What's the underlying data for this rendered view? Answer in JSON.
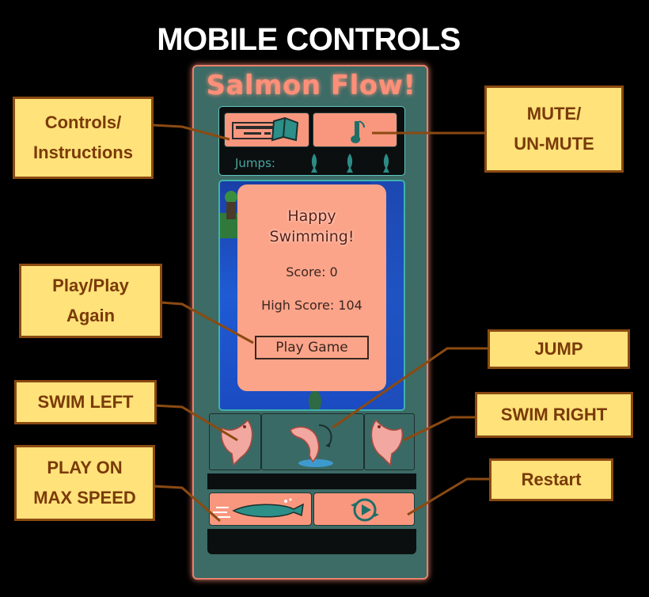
{
  "page_title": "MOBILE CONTROLS",
  "game": {
    "title": "Salmon Flow!",
    "jumps_label": "Jumps:",
    "jumps_remaining": 3,
    "dialog": {
      "title_line1": "Happy",
      "title_line2": "Swimming!",
      "score": "Score: 0",
      "high_score": "High Score: 104",
      "play_button": "Play Game"
    }
  },
  "icons": {
    "controls": "keyboard-book-icon",
    "mute": "music-note-icon",
    "swim_left": "salmon-left-icon",
    "jump": "salmon-jump-icon",
    "swim_right": "salmon-right-icon",
    "max_speed": "fast-fish-icon",
    "restart": "restart-icon"
  },
  "callouts": {
    "controls_l1": "Controls/",
    "controls_l2": "Instructions",
    "mute_l1": "MUTE/",
    "mute_l2": "UN-MUTE",
    "play_l1": "Play/Play",
    "play_l2": "Again",
    "jump": "JUMP",
    "swim_left": "SWIM LEFT",
    "swim_right": "SWIM RIGHT",
    "max_l1": "PLAY ON",
    "max_l2": "MAX SPEED",
    "restart": "Restart"
  },
  "colors": {
    "background": "#000000",
    "phone": "#3d6b66",
    "button": "#f9977e",
    "callout_fill": "#ffe27a",
    "callout_border": "#8b4a12",
    "title_glow": "#ff8f78"
  }
}
